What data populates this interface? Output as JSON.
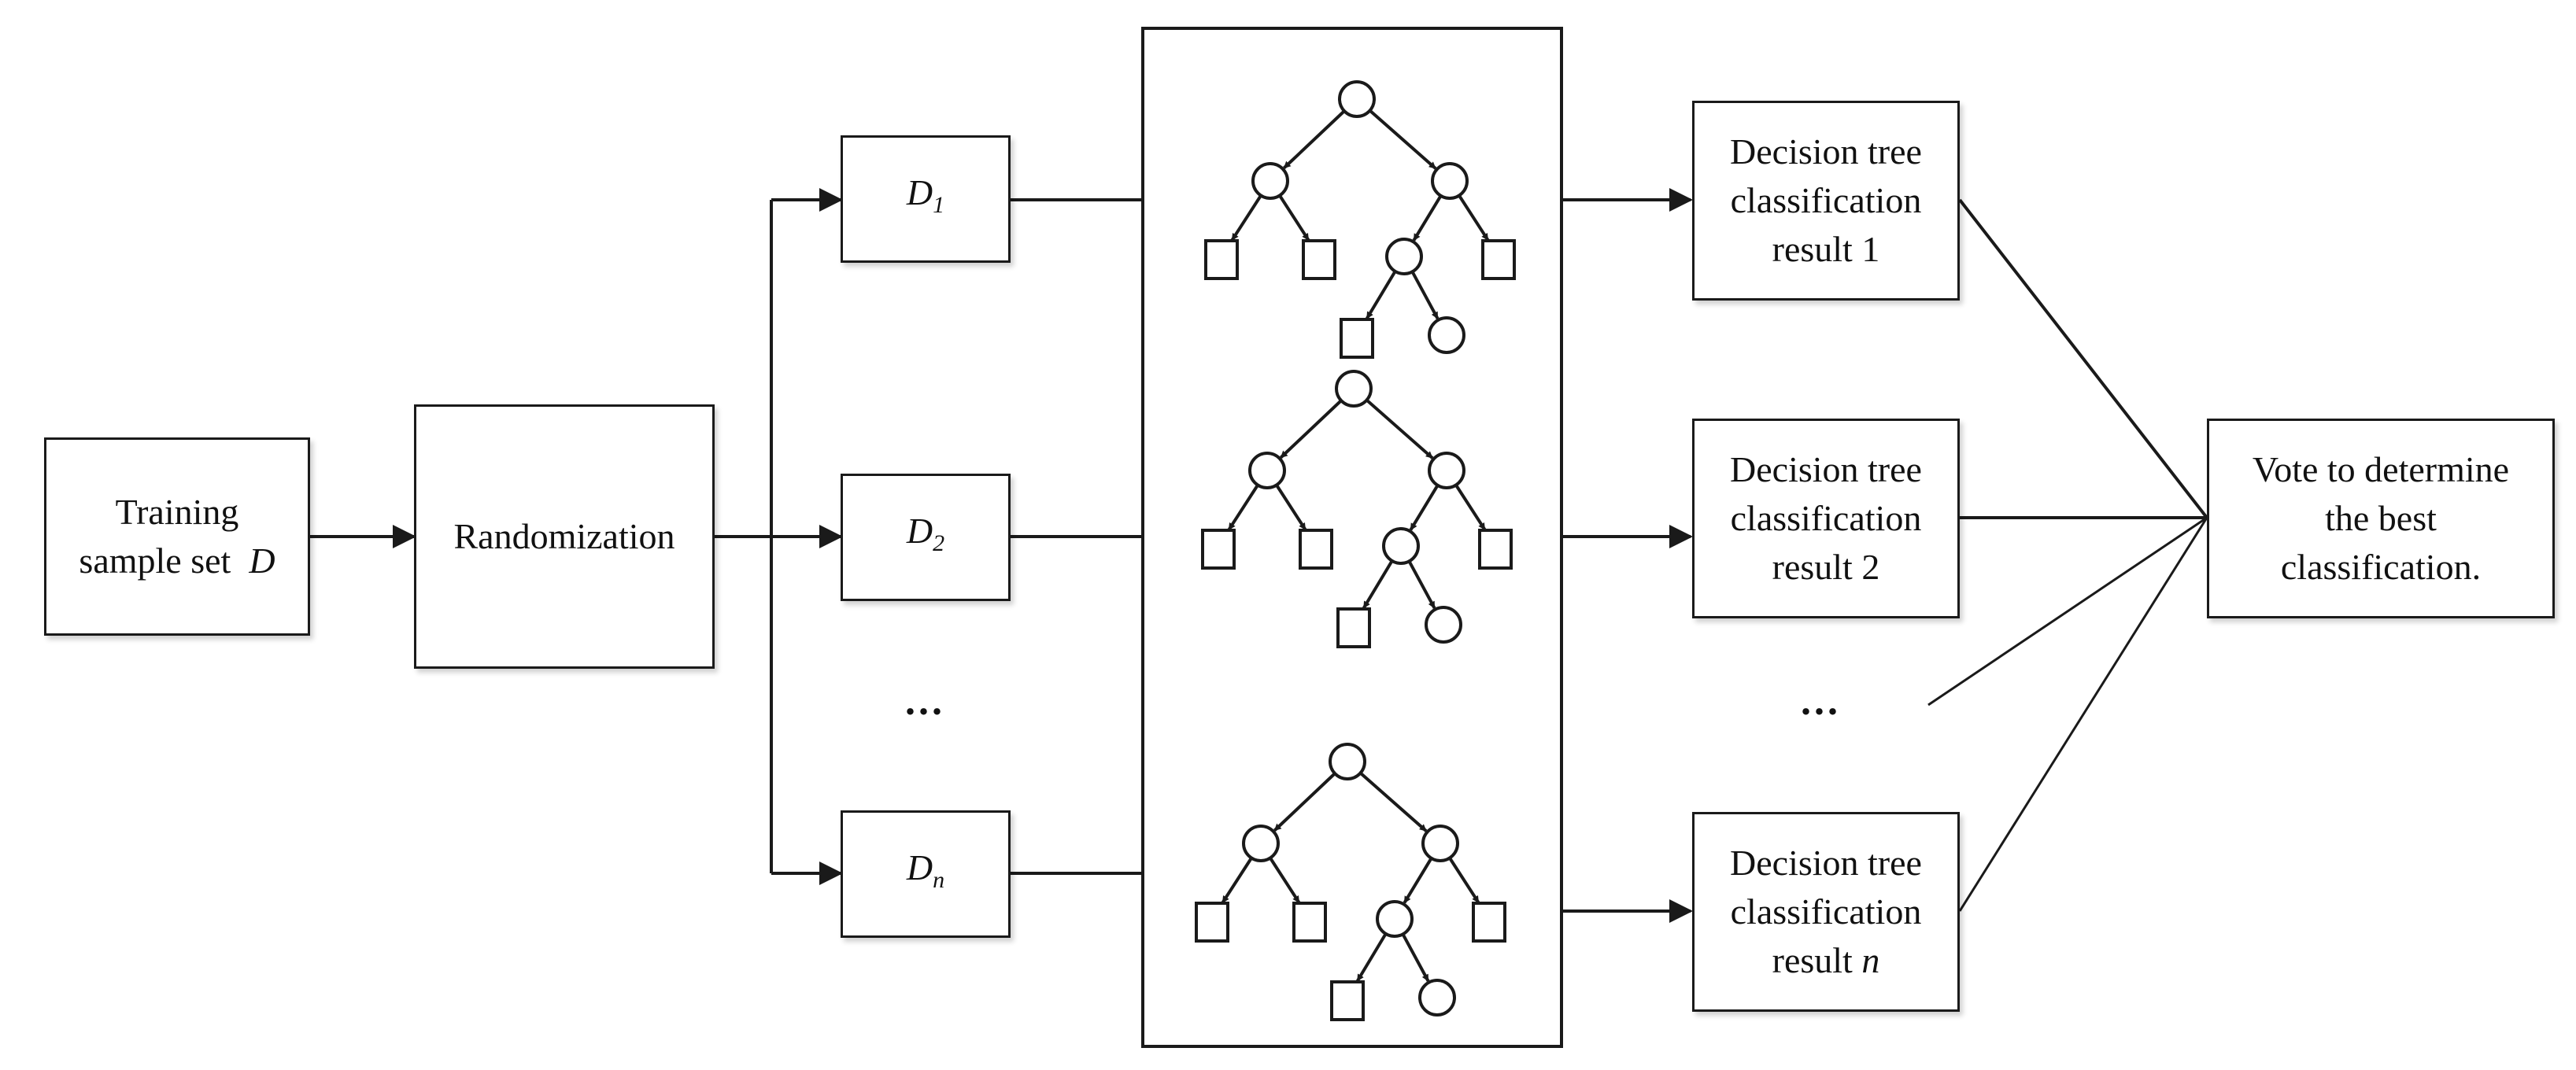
{
  "diagram": {
    "training_box": {
      "line1": "Training",
      "line2_text": "sample set",
      "line2_symbol": "D"
    },
    "randomization_box": {
      "label": "Randomization"
    },
    "subsets": [
      {
        "base": "D",
        "sub": "1"
      },
      {
        "base": "D",
        "sub": "2"
      },
      {
        "base": "D",
        "sub": "n"
      }
    ],
    "subset_ellipsis": "...",
    "results": [
      {
        "line1": "Decision tree",
        "line2": "classification",
        "line3_text": "result",
        "line3_symbol": "1"
      },
      {
        "line1": "Decision tree",
        "line2": "classification",
        "line3_text": "result",
        "line3_symbol": "2"
      },
      {
        "line1": "Decision tree",
        "line2": "classification",
        "line3_text": "result",
        "line3_symbol": "n"
      }
    ],
    "result_ellipsis": "...",
    "vote_box": {
      "line1": "Vote to determine",
      "line2": "the best",
      "line3": "classification."
    },
    "colors": {
      "stroke": "#1a1a1a",
      "background": "#ffffff"
    }
  }
}
